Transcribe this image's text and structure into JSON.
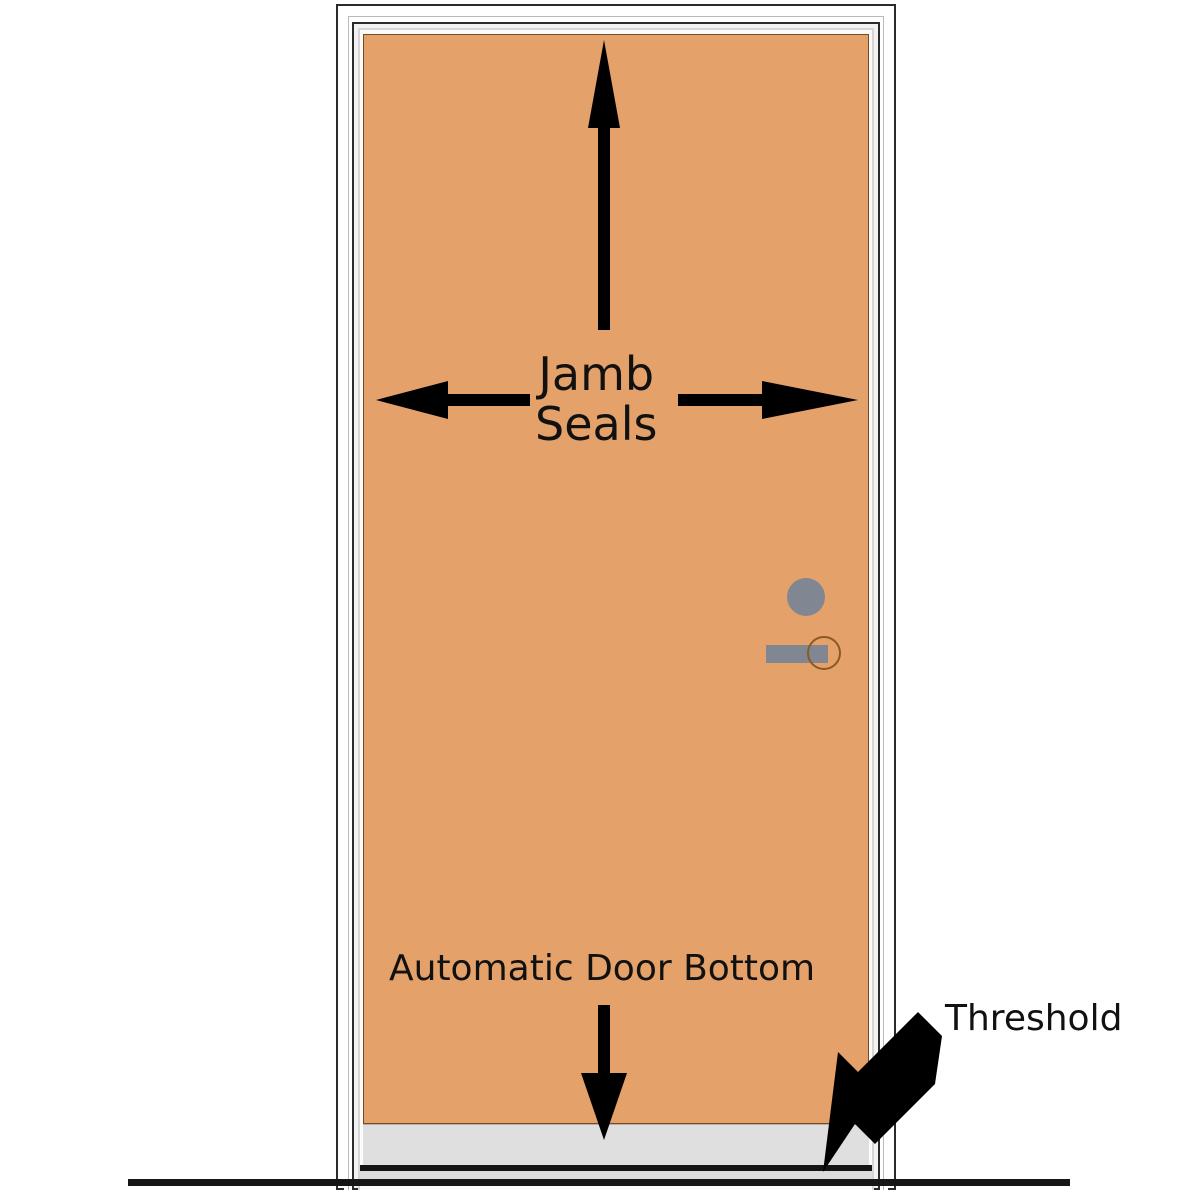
{
  "diagram": {
    "title": "Door weatherstripping and seals diagram",
    "labels": {
      "jamb_seals": "Jamb\nSeals",
      "automatic_door_bottom": "Automatic Door Bottom",
      "threshold": "Threshold"
    },
    "colors": {
      "door_panel": "#e4a169",
      "door_panel_outline": "#7a4a1e",
      "frame_dark_line": "#2b2b2b",
      "frame_light": "#d5d5d5",
      "auto_door_bottom": "#dfdfdf",
      "threshold_dark": "#141414",
      "threshold_body": "#dcdcdc",
      "floor_line": "#161616",
      "hardware_gray": "#808793",
      "rosette_brown": "#8a5a20",
      "arrow_black": "#000000",
      "background": "#ffffff"
    },
    "parts": {
      "door_panel": "door-panel",
      "frame": "door-frame",
      "deadbolt": "deadbolt-knob",
      "lever": "lever-handle",
      "rosette": "rosette-ring",
      "floor": "floor-line"
    },
    "arrows": [
      {
        "name": "jamb-seal-arrow-up",
        "direction": "up",
        "points_to": "head jamb seal"
      },
      {
        "name": "jamb-seal-arrow-left",
        "direction": "left",
        "points_to": "hinge jamb seal"
      },
      {
        "name": "jamb-seal-arrow-right",
        "direction": "right",
        "points_to": "strike jamb seal"
      },
      {
        "name": "auto-door-bottom-arrow",
        "direction": "down",
        "points_to": "automatic door bottom"
      },
      {
        "name": "threshold-arrow",
        "direction": "down-left",
        "points_to": "threshold"
      }
    ]
  }
}
